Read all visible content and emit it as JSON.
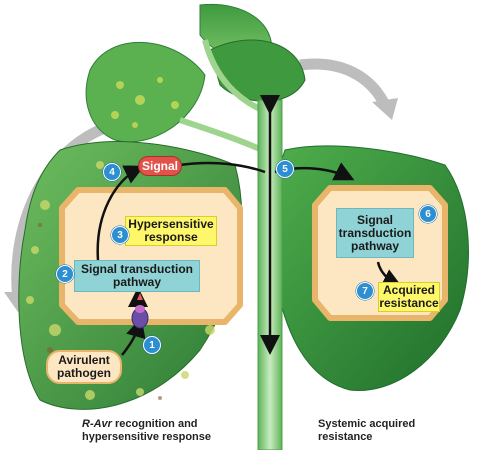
{
  "colors": {
    "leaf_dark": "#2f7d3a",
    "leaf_mid": "#4fa44d",
    "leaf_light": "#7fc56d",
    "cell_fill": "#fde7c3",
    "cell_border": "#e8b56b",
    "box_teal": "#8fd3d6",
    "box_yellow": "#fff76a",
    "signal_red": "#e0524a",
    "step_blue": "#2b8fd1",
    "grey_arrow": "#bdbdbd"
  },
  "labels": {
    "signal": "Signal",
    "hypersensitive_response": "Hypersensitive response",
    "signal_transduction_left": "Signal transduction pathway",
    "avirulent_pathogen": "Avirulent pathogen",
    "signal_transduction_right": "Signal transduction pathway",
    "acquired_resistance": "Acquired resistance"
  },
  "steps": [
    "1",
    "2",
    "3",
    "4",
    "5",
    "6",
    "7"
  ],
  "captions": {
    "left_italic": "R-Avr",
    "left_rest": " recognition and",
    "left_line2": "hypersensitive response",
    "right_line1": "Systemic acquired",
    "right_line2": "resistance"
  }
}
